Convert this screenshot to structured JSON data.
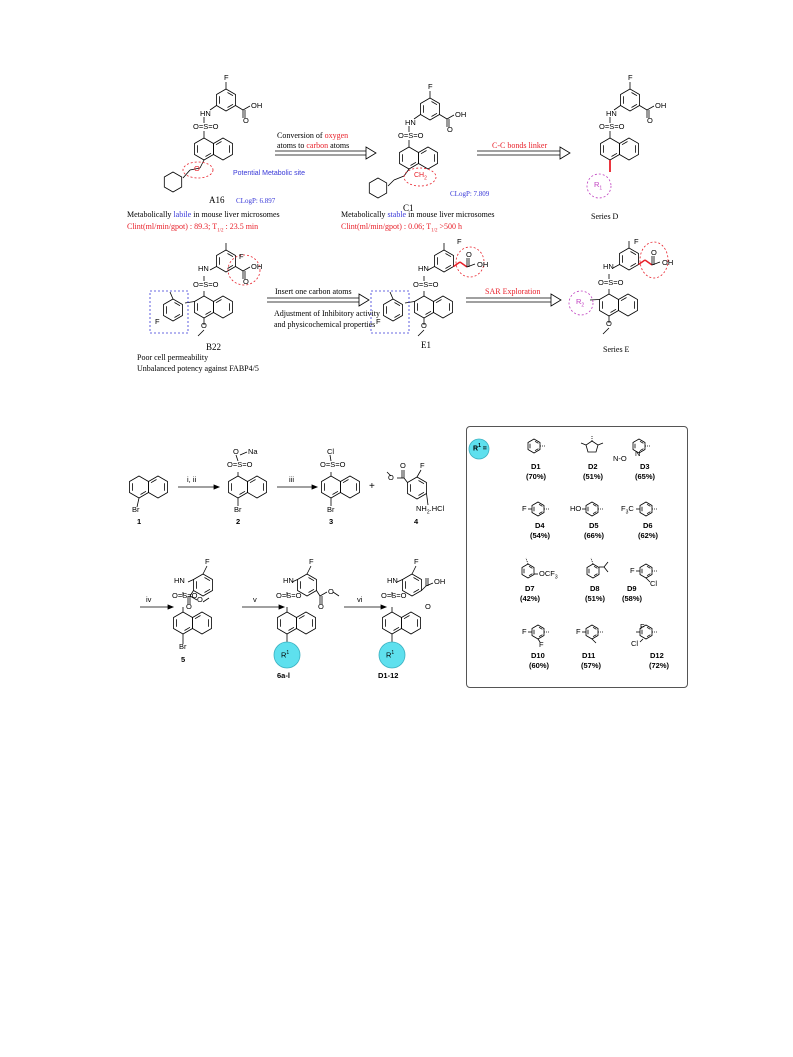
{
  "top": {
    "a16": {
      "name": "A16",
      "clogp": "CLogP: 6.897",
      "metabolic_site": "Potential Metabolic site",
      "stab_pre": "Metabolically ",
      "stab_word": "labile",
      "stab_post": " in mouse liver microsomes",
      "clint": "Clint(ml/min/gpot) : 89.3; T",
      "half_sub": "1/2",
      "half_val": " : 23.5 min"
    },
    "arrow1": {
      "line1_pre": "Conversion of ",
      "line1_red": "oxygen",
      "line2_pre": "atoms to ",
      "line2_red": "carbon",
      "line2_post": " atoms"
    },
    "c1": {
      "name": "C1",
      "clogp": "CLogP: 7.809",
      "ch2": "CH",
      "ch2_sub": "2",
      "stab_pre": "Metabolically ",
      "stab_word": "stable",
      "stab_post": " in mouse liver microsomes",
      "clint": "Clint(ml/min/gpot) : 0.06; T",
      "half_sub": "1/2",
      "half_val": " >500 h"
    },
    "arrow2": {
      "label": "C-C bonds linker"
    },
    "series_d": {
      "name": "Series D",
      "r": "R",
      "r_sub": "1"
    },
    "b22": {
      "name": "B22",
      "note1": "Poor cell permeability",
      "note2": "Unbalanced potency against FABP4/5"
    },
    "arrow3": {
      "line1": "Insert one carbon atoms",
      "line2": "Adjustment of  Inhibitory activity",
      "line3": "and physicochemical properties"
    },
    "e1": {
      "name": "E1"
    },
    "arrow4": {
      "label": "SAR Exploration"
    },
    "series_e": {
      "name": "Series E",
      "r": "R",
      "r_sub": "2"
    }
  },
  "atoms": {
    "f": "F",
    "oh": "OH",
    "hn": "HN",
    "s_group": "S",
    "o": "O",
    "na": "Na",
    "cl": "Cl",
    "br": "Br",
    "nh2hcl": "NH",
    "nh2hcl_sub": "2",
    "nh2hcl_tail": ".HCl",
    "n": "N",
    "ho": "HO",
    "cf3": "F",
    "cf3_sub": "3",
    "cf3_tail": "C",
    "ocf3": "OCF",
    "ocf3_sub": "3"
  },
  "scheme": {
    "steps": [
      "i, ii",
      "iii",
      "iv",
      "v",
      "vi"
    ],
    "plus": "+",
    "compounds": [
      "1",
      "2",
      "3",
      "4",
      "5",
      "6a-l",
      "D1-12"
    ],
    "r1": "R",
    "r1_sub": "1"
  },
  "legend": {
    "header": "R",
    "header_sub": "1",
    "header_eq": " =",
    "items": [
      {
        "name": "D1",
        "yield": "(70%)"
      },
      {
        "name": "D2",
        "yield": "(51%)"
      },
      {
        "name": "D3",
        "yield": "(65%)"
      },
      {
        "name": "D4",
        "yield": "(54%)"
      },
      {
        "name": "D5",
        "yield": "(66%)"
      },
      {
        "name": "D6",
        "yield": "(62%)"
      },
      {
        "name": "D7",
        "yield": "(42%)"
      },
      {
        "name": "D8",
        "yield": "(51%)"
      },
      {
        "name": "D9",
        "yield": "(58%)"
      },
      {
        "name": "D10",
        "yield": "(60%)"
      },
      {
        "name": "D11",
        "yield": "(57%)"
      },
      {
        "name": "D12",
        "yield": "(72%)"
      }
    ]
  },
  "colors": {
    "red": "#e8202a",
    "blue": "#3838d8",
    "cyan": "#5ee0ee",
    "magenta": "#c040c0"
  }
}
